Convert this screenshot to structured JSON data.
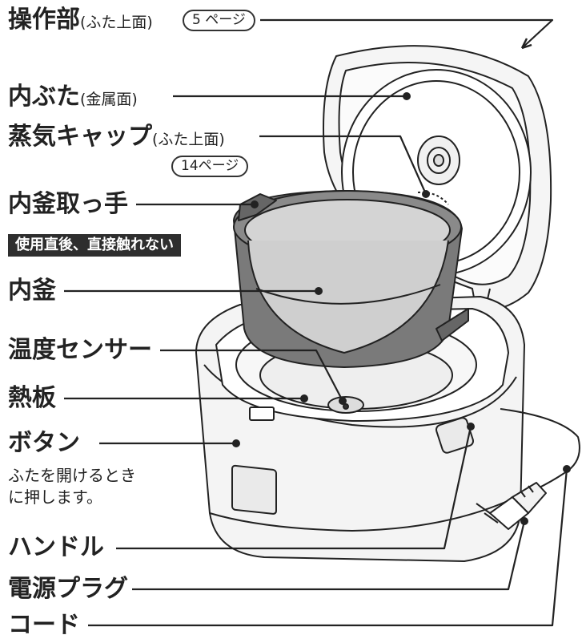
{
  "labels": {
    "operation": {
      "main": "操作部",
      "sub": "(ふた上面)",
      "ref": "5 ページ"
    },
    "inner_lid": {
      "main": "内ぶた",
      "sub": "(金属面)"
    },
    "steam_cap": {
      "main": "蒸気キャップ",
      "sub": "(ふた上面)",
      "ref": "14ページ"
    },
    "pot_handle": {
      "main": "内釜取っ手",
      "warning": "使用直後、直接触れない"
    },
    "inner_pot": {
      "main": "内釜"
    },
    "temp_sensor": {
      "main": "温度センサー"
    },
    "heating_plate": {
      "main": "熱板"
    },
    "button": {
      "main": "ボタン",
      "note_line1": "ふたを開けるとき",
      "note_line2": "に押します。"
    },
    "handle": {
      "main": "ハンドル"
    },
    "plug": {
      "main": "電源プラグ"
    },
    "cord": {
      "main": "コード"
    }
  }
}
